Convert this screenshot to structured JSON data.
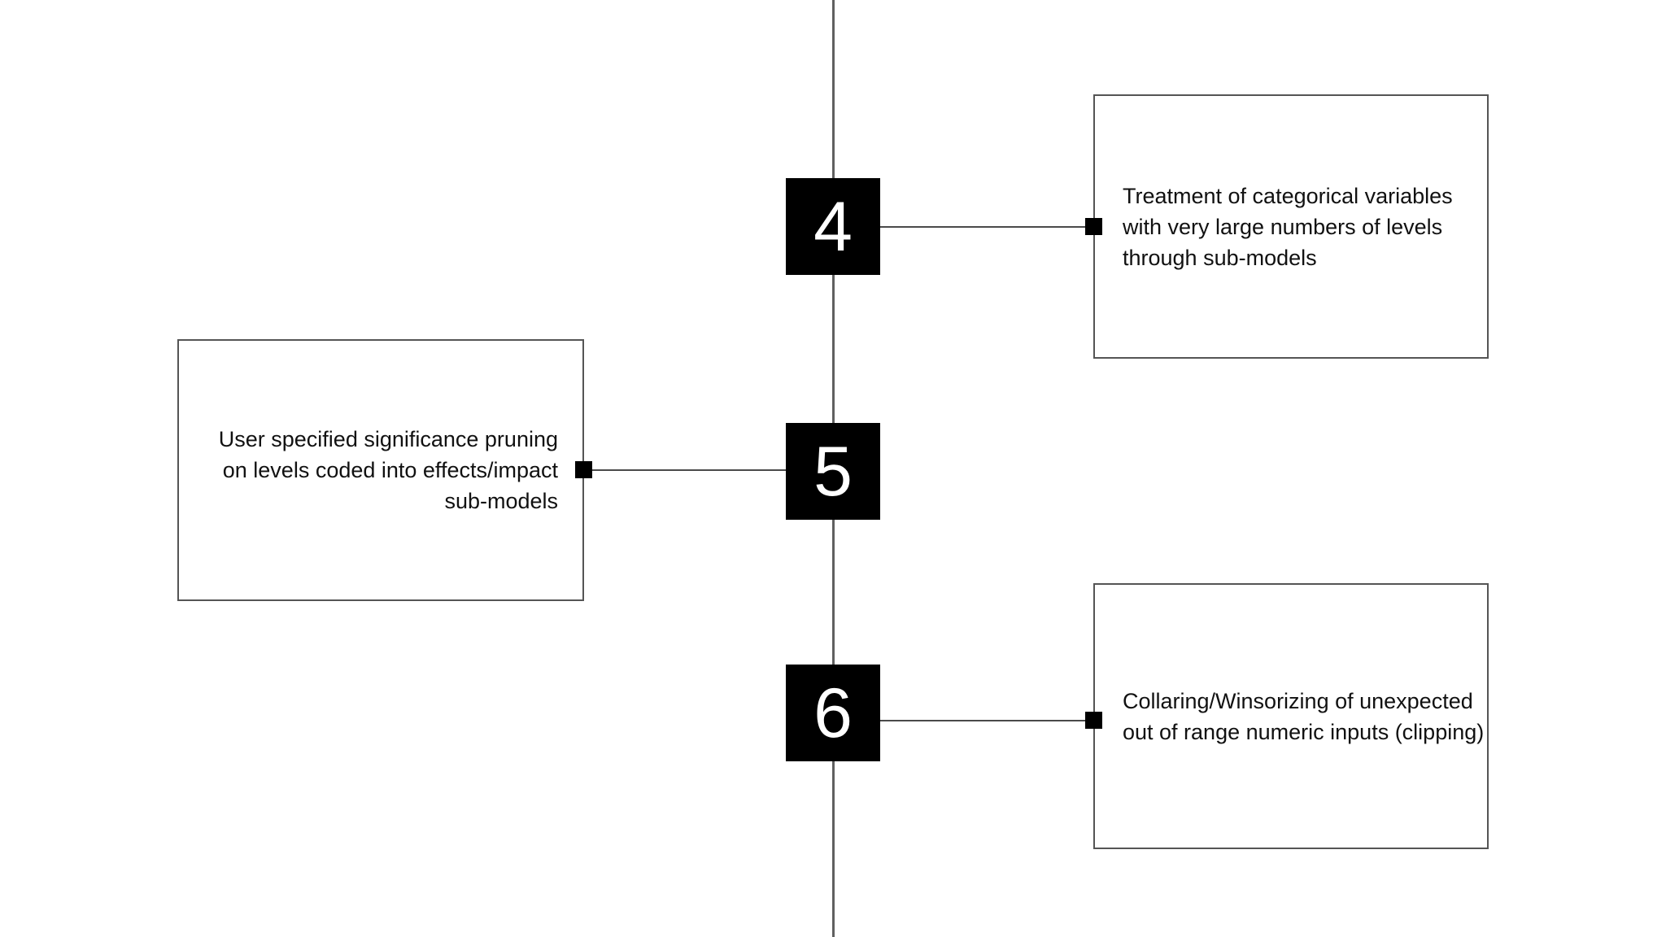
{
  "diagram": {
    "type": "vertical-timeline",
    "background_color": "#ffffff",
    "axis_color": "#606060",
    "marker_color": "#000000",
    "marker_text_color": "#ffffff",
    "box_border_color": "#555555",
    "text_color": "#111111"
  },
  "axis": {
    "name": "vertical-timeline-axis"
  },
  "milestones": [
    {
      "number": "4",
      "text": "Treatment of categorical variables\nwith very large numbers of levels\nthrough sub-models",
      "side": "right"
    },
    {
      "number": "5",
      "text": "User specified significance pruning\non levels coded into effects/impact\nsub-models",
      "side": "left"
    },
    {
      "number": "6",
      "text": "Collaring/Winsorizing of unexpected\nout of range numeric inputs (clipping)",
      "side": "right"
    }
  ]
}
